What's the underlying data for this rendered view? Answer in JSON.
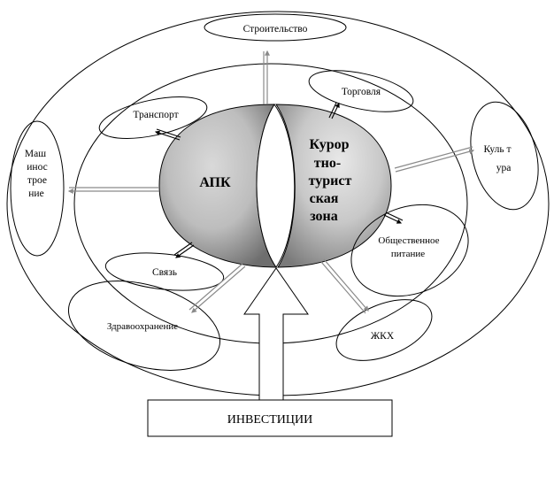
{
  "center": {
    "left_label": "АПК",
    "right_lines": [
      "Курор",
      "тно-",
      "турист",
      "ская",
      "зона"
    ]
  },
  "investment": {
    "label": "ИНВЕСТИЦИИ"
  },
  "sectors": {
    "construction": {
      "label": "Строительство"
    },
    "trade": {
      "label": "Торговля"
    },
    "transport": {
      "label": "Транспорт"
    },
    "culture": {
      "lines": [
        "Куль т",
        "ура"
      ]
    },
    "engineering": {
      "lines": [
        "Маш",
        "инос",
        "трое",
        "ние"
      ]
    },
    "catering": {
      "lines": [
        "Общественное",
        "питание"
      ]
    },
    "communication": {
      "label": "Связь"
    },
    "healthcare": {
      "label": "Здравоохранение"
    },
    "utilities": {
      "label": "ЖКХ"
    }
  }
}
